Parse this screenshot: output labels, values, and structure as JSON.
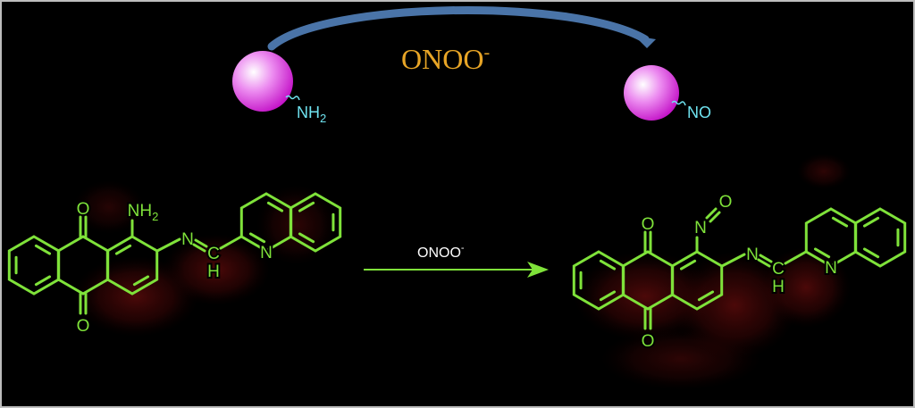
{
  "top_scheme": {
    "reagent": "ONOO",
    "reagent_charge": "-",
    "left_group": "NH",
    "left_group_sub": "2",
    "right_group": "NO"
  },
  "reaction": {
    "reagent": "ONOO",
    "reagent_charge": "-"
  },
  "reactant": {
    "carbonyl_top": "O",
    "carbonyl_bottom": "O",
    "amine": "NH",
    "amine_sub": "2",
    "imine_n": "N",
    "imine_c": "C",
    "imine_h": "H",
    "quinoline_n": "N"
  },
  "product": {
    "carbonyl_top": "O",
    "carbonyl_bottom": "O",
    "nitroso_n": "N",
    "nitroso_o": "O",
    "imine_n": "N",
    "imine_c": "C",
    "imine_h": "H",
    "quinoline_n": "N"
  },
  "colors": {
    "structure": "#7fe23a",
    "reagent_top": "#e8a526",
    "arc_arrow": "#4a74a8",
    "sphere": "#d21ed6",
    "group_label": "#6fe3f0"
  }
}
